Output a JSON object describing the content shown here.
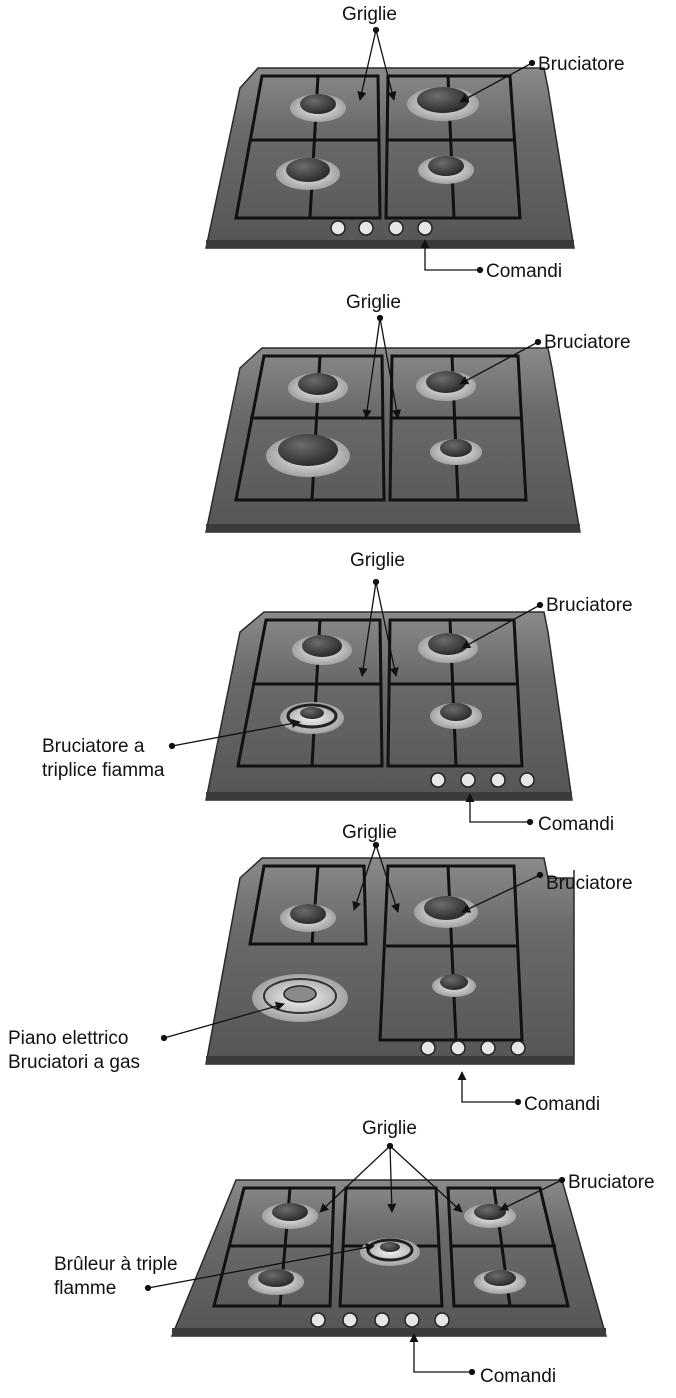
{
  "figure": {
    "colors": {
      "panel": "#5f5f5f",
      "panel_top": "#8a8a8a",
      "edge": "#2a2a2a",
      "grate": "#111111",
      "burner_ring": "#d4d4d4",
      "burner_cap": "#3a3a3a",
      "knob": "#e6e6e6"
    },
    "diagrams": [
      {
        "name": "hob-4-gas-a",
        "labels": {
          "griglie": "Griglie",
          "bruciatore": "Bruciatore",
          "comandi": "Comandi"
        }
      },
      {
        "name": "hob-4-gas-b",
        "labels": {
          "griglie": "Griglie",
          "bruciatore": "Bruciatore"
        }
      },
      {
        "name": "hob-4-gas-triple",
        "labels": {
          "griglie": "Griglie",
          "bruciatore": "Bruciatore",
          "comandi": "Comandi",
          "triple_line1": "Bruciatore a",
          "triple_line2": "triplice fiamma"
        }
      },
      {
        "name": "hob-electric-gas",
        "labels": {
          "griglie": "Griglie",
          "bruciatore": "Bruciatore",
          "comandi": "Comandi",
          "electric_line1": "Piano elettrico",
          "electric_line2": "Bruciatori a gas"
        }
      },
      {
        "name": "hob-5-burner",
        "labels": {
          "griglie": "Griglie",
          "bruciatore": "Bruciatore",
          "comandi": "Comandi",
          "triple_line1": "Brûleur à triple",
          "triple_line2": "flamme"
        }
      }
    ]
  }
}
